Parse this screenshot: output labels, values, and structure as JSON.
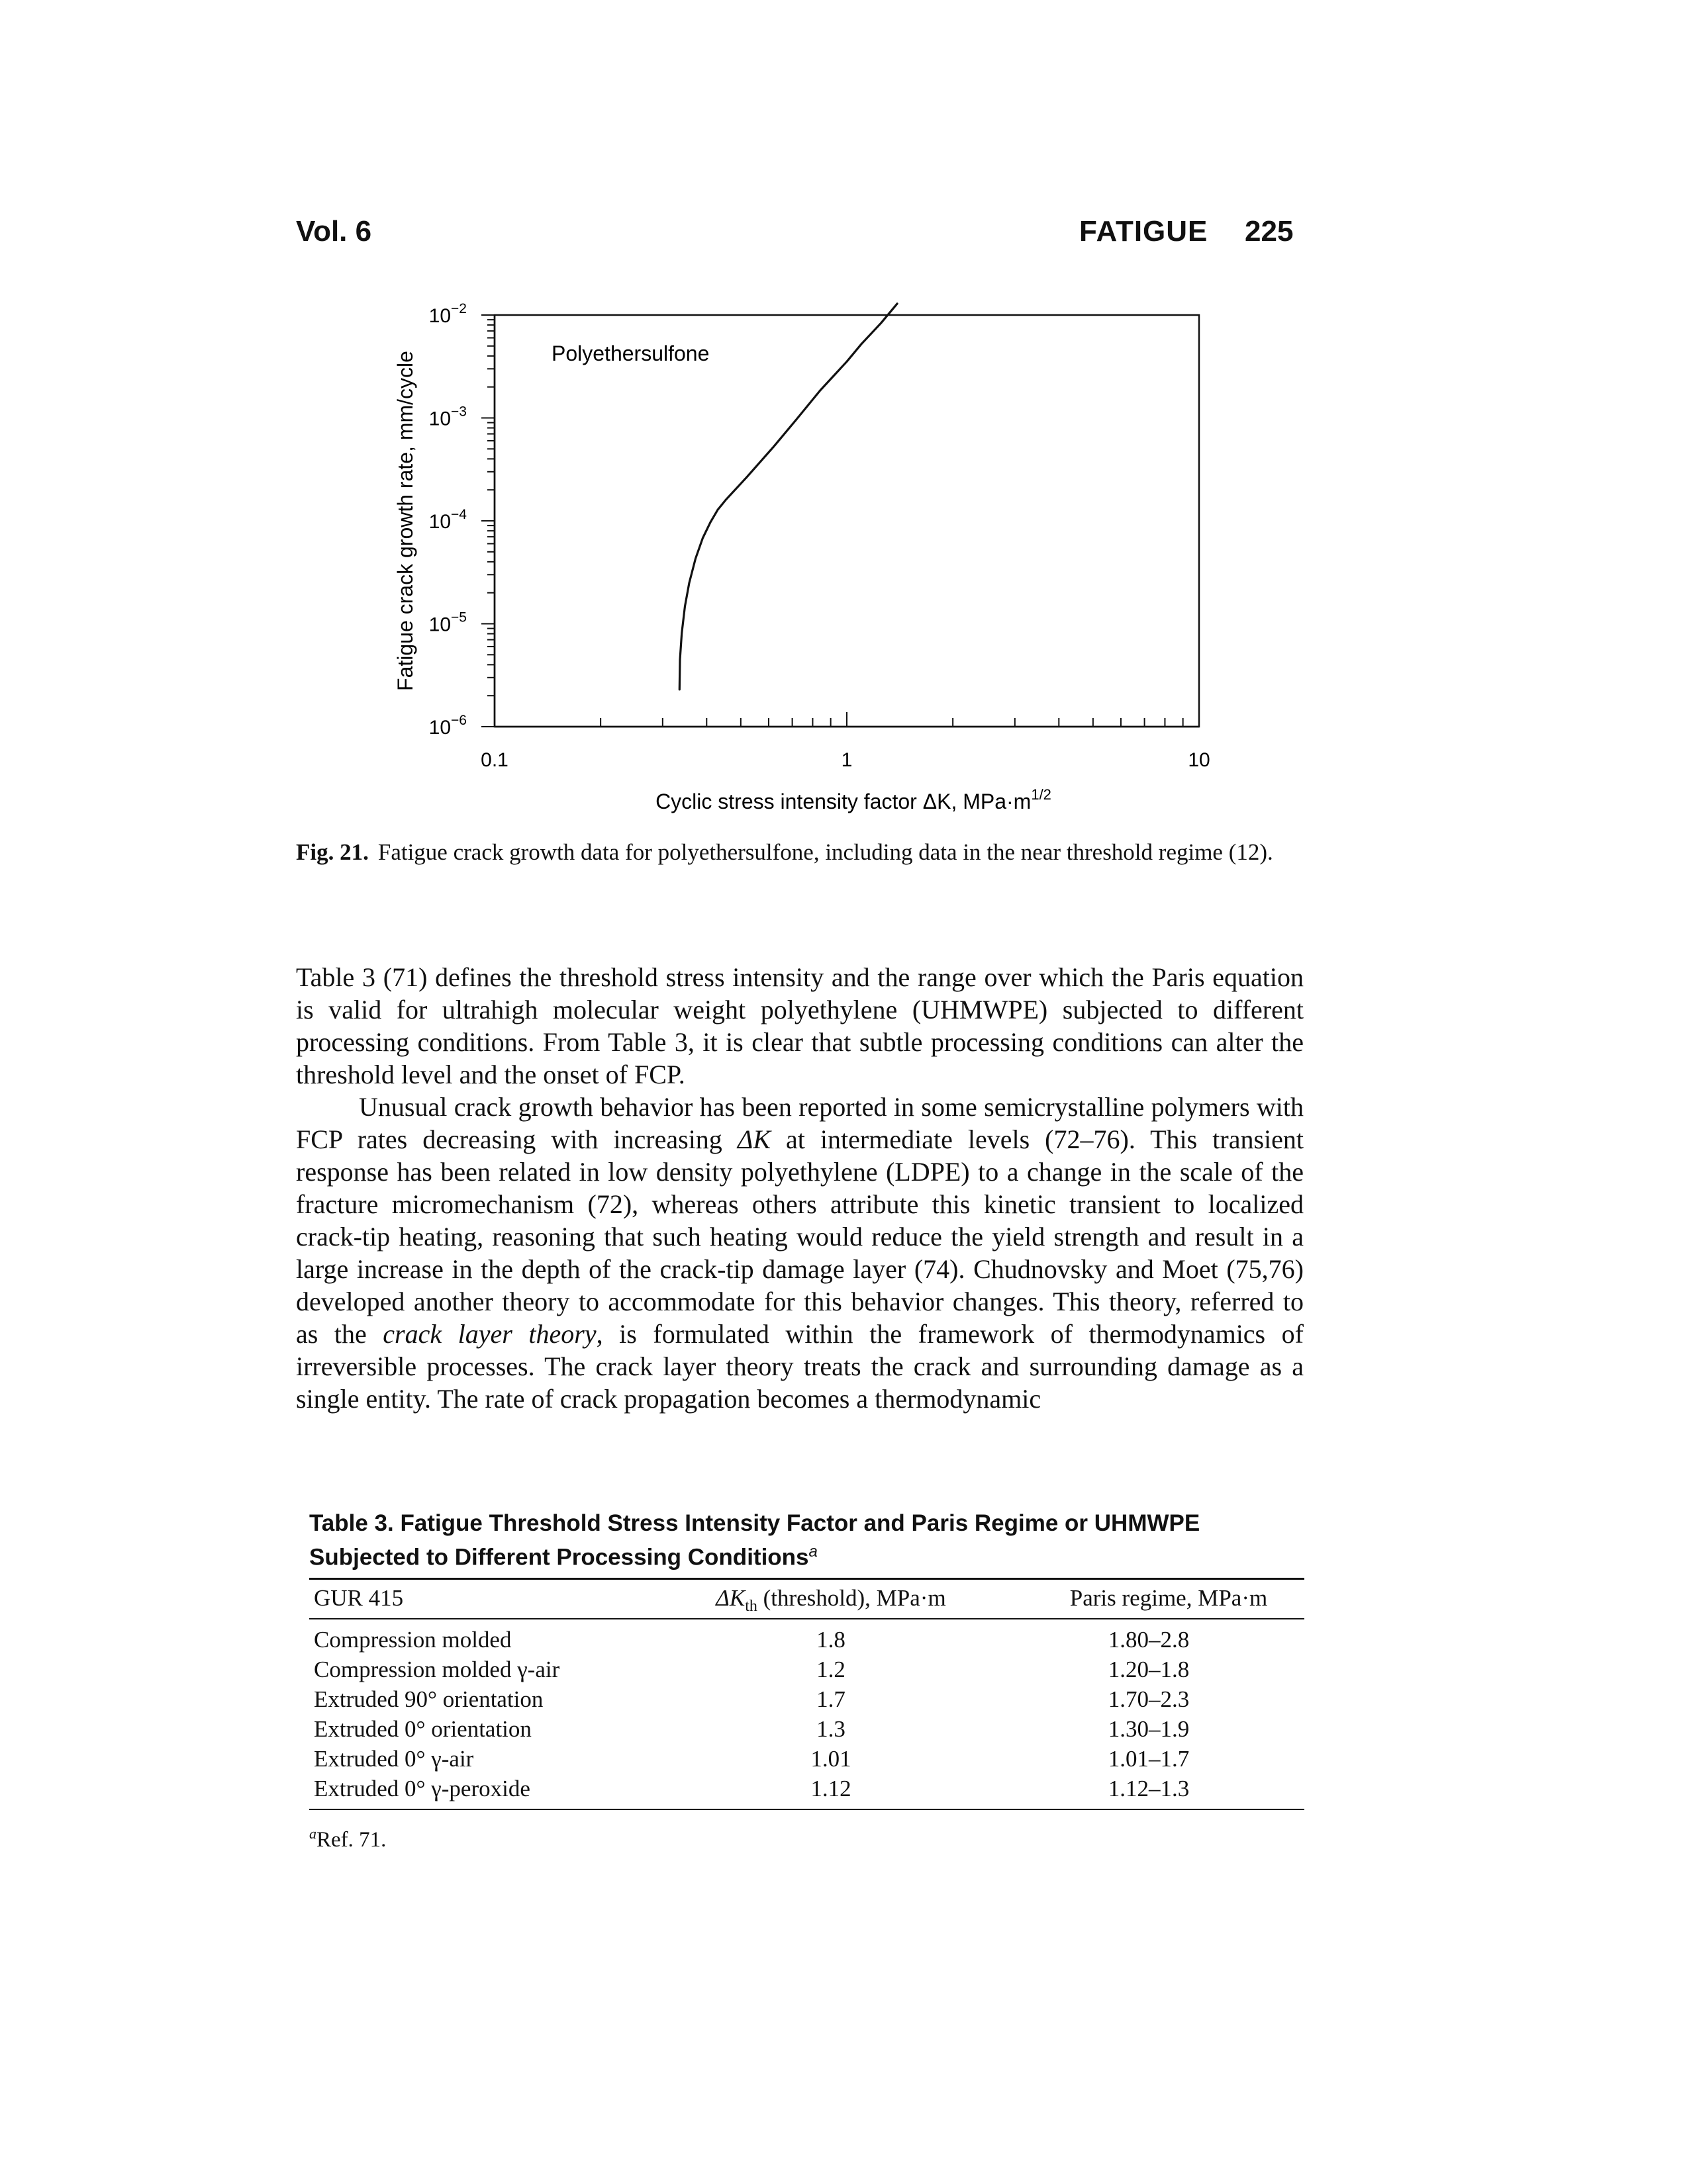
{
  "header": {
    "volume": "Vol. 6",
    "section": "FATIGUE",
    "page": "225"
  },
  "chart_data": {
    "type": "line",
    "title": "",
    "annotation": "Polyethersulfone",
    "xlabel_text": "Cyclic stress intensity factor ΔK, MPa·m",
    "xlabel_exp": "1/2",
    "ylabel": "Fatigue crack growth rate, mm/cycle",
    "x_scale": "log",
    "y_scale": "log",
    "xlim": [
      0.1,
      10
    ],
    "ylim": [
      1e-06,
      0.01
    ],
    "x_ticks": [
      {
        "value": 0.1,
        "label": "0.1"
      },
      {
        "value": 1,
        "label": "1"
      },
      {
        "value": 10,
        "label": "10"
      }
    ],
    "y_ticks": [
      {
        "value": 0.01,
        "base": "10",
        "exp": "−2"
      },
      {
        "value": 0.001,
        "base": "10",
        "exp": "−3"
      },
      {
        "value": 0.0001,
        "base": "10",
        "exp": "−4"
      },
      {
        "value": 1e-05,
        "base": "10",
        "exp": "−5"
      },
      {
        "value": 1e-06,
        "base": "10",
        "exp": "−6"
      }
    ],
    "grid": false,
    "series": [
      {
        "x": [
          0.335,
          0.336,
          0.34,
          0.347,
          0.357,
          0.372,
          0.39,
          0.41,
          0.43,
          0.454,
          0.52,
          0.62,
          0.72,
          0.84,
          1.0,
          1.1,
          1.25,
          1.39
        ],
        "y": [
          2.3e-06,
          4.5e-06,
          8.1e-06,
          1.48e-05,
          2.5e-05,
          4.3e-05,
          6.8e-05,
          9.7e-05,
          0.000128,
          0.000161,
          0.000266,
          0.000527,
          0.000971,
          0.00185,
          0.00353,
          0.00523,
          0.00835,
          0.0129
        ]
      }
    ]
  },
  "figure_caption": {
    "label": "Fig. 21.",
    "text": "Fatigue crack growth data for polyethersulfone, including data in the near threshold regime (12)."
  },
  "body": {
    "p1": "Table 3 (71) defines the threshold stress intensity and the range over which the Paris equation is valid for ultrahigh molecular weight polyethylene (UHMWPE) subjected to different processing conditions. From Table 3, it is clear that subtle processing conditions can alter the threshold level and the onset of FCP.",
    "p2_a": "Unusual crack growth behavior has been reported in some semicrystalline polymers with FCP rates decreasing with increasing ",
    "p2_sym": "ΔK",
    "p2_b": " at intermediate levels (72–76). This transient response has been related in low density polyethylene (LDPE) to a change in the scale of the fracture micromechanism (72), whereas others attribute this kinetic transient to localized crack-tip heating, reasoning that such heating would reduce the yield strength and result in a large increase in the depth of the crack-tip damage layer (74). Chudnovsky and Moet (75,76) developed another theory to accommodate for this behavior changes. This theory, referred to as the ",
    "p2_em": "crack layer theory",
    "p2_c": ", is formulated within the framework of thermodynamics of irreversible processes. The crack layer theory treats the crack and surrounding damage as a single entity. The rate of crack propagation becomes a thermodynamic"
  },
  "table": {
    "title": "Table 3. Fatigue Threshold Stress Intensity Factor and Paris Regime or UHMWPE Subjected to Different Processing Conditions",
    "title_note": "a",
    "headers": {
      "col1": "GUR 415",
      "col2_sym": "ΔK",
      "col2_sub": "th",
      "col2_rest": " (threshold), MPa·m",
      "col3": "Paris regime, MPa·m"
    },
    "rows": [
      {
        "c1": "Compression molded",
        "c2": "1.8",
        "c3": "1.80–2.8"
      },
      {
        "c1": "Compression molded γ-air",
        "c2": "1.2",
        "c3": "1.20–1.8"
      },
      {
        "c1": "Extruded 90° orientation",
        "c2": "1.7",
        "c3": "1.70–2.3"
      },
      {
        "c1": "Extruded 0° orientation",
        "c2": "1.3",
        "c3": "1.30–1.9"
      },
      {
        "c1": "Extruded 0° γ-air",
        "c2": "1.01",
        "c3": "1.01–1.7"
      },
      {
        "c1": "Extruded 0° γ-peroxide",
        "c2": "1.12",
        "c3": "1.12–1.3"
      }
    ],
    "footnote_mark": "a",
    "footnote_text": "Ref. 71."
  }
}
